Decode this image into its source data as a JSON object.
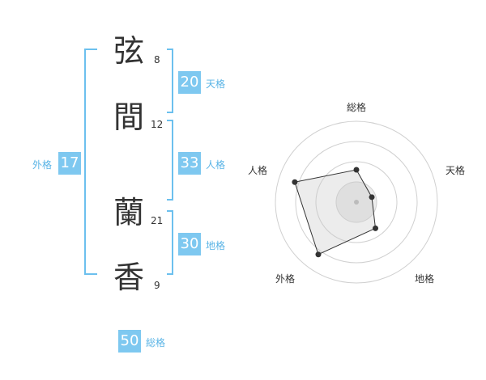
{
  "name_chars": [
    {
      "char": "弦",
      "strokes": "8"
    },
    {
      "char": "間",
      "strokes": "12"
    },
    {
      "char": "蘭",
      "strokes": "21"
    },
    {
      "char": "香",
      "strokes": "9"
    }
  ],
  "scores": {
    "tenkaku": {
      "value": "20",
      "label": "天格"
    },
    "jinkaku": {
      "value": "33",
      "label": "人格"
    },
    "chikaku": {
      "value": "30",
      "label": "地格"
    },
    "gaikaku": {
      "value": "17",
      "label": "外格"
    },
    "soukaku": {
      "value": "50",
      "label": "総格"
    }
  },
  "radar": {
    "axes": [
      "総格",
      "天格",
      "地格",
      "外格",
      "人格"
    ],
    "levels": 4,
    "values": [
      0.4,
      0.2,
      0.4,
      0.8,
      0.8
    ]
  }
}
